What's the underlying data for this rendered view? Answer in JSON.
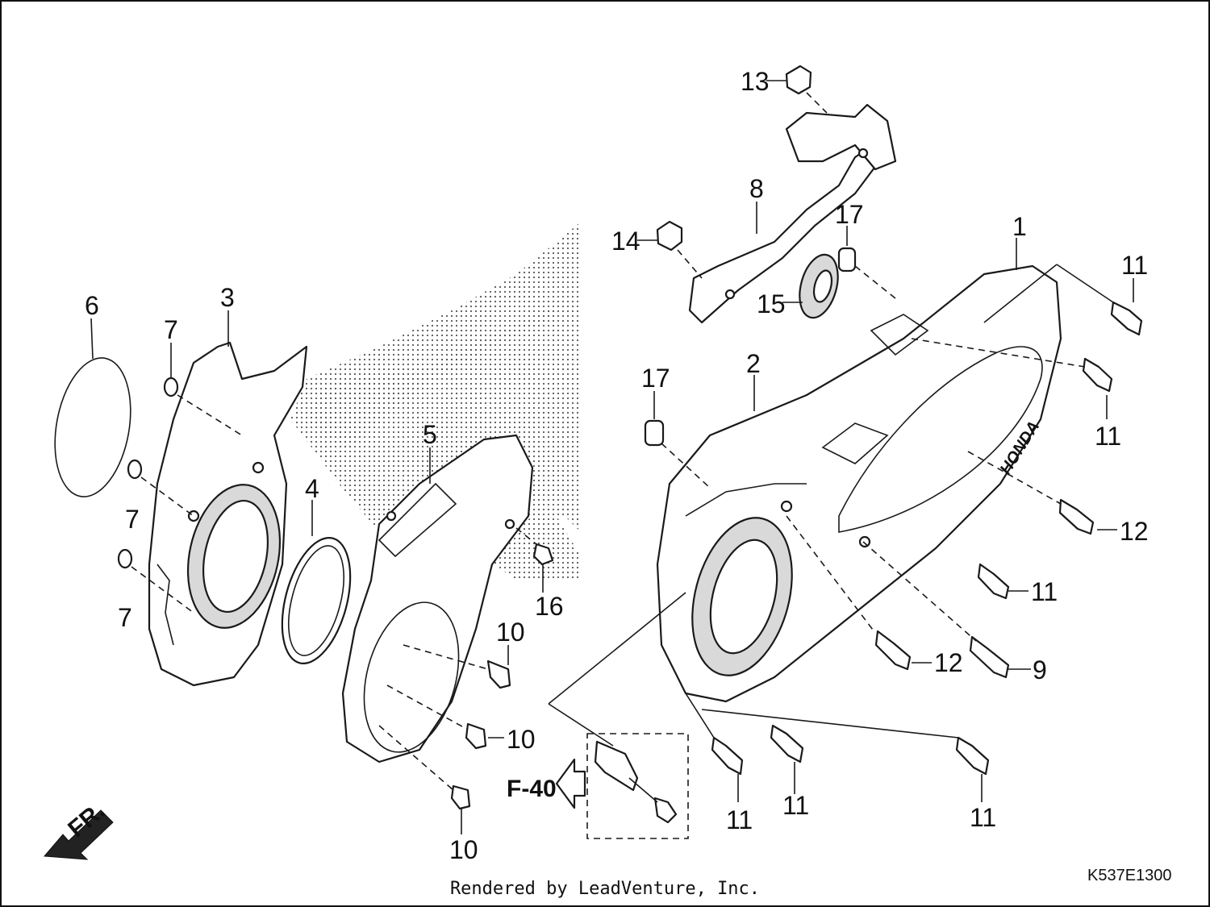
{
  "diagram": {
    "callouts": {
      "p1": "1",
      "p2": "2",
      "p3": "3",
      "p4": "4",
      "p5": "5",
      "p6": "6",
      "p7a": "7",
      "p7b": "7",
      "p7c": "7",
      "p8": "8",
      "p9": "9",
      "p10a": "10",
      "p10b": "10",
      "p10c": "10",
      "p11a": "11",
      "p11b": "11",
      "p11c": "11",
      "p11d": "11",
      "p11e": "11",
      "p11f": "11",
      "p12a": "12",
      "p12b": "12",
      "p13": "13",
      "p14": "14",
      "p15": "15",
      "p16": "16",
      "p17a": "17",
      "p17b": "17"
    },
    "reference_label": "F-40",
    "front_label": "FR.",
    "brand_text": "HONDA",
    "diagram_code": "K537E1300"
  },
  "footer": {
    "credit": "Rendered by LeadVenture, Inc."
  }
}
